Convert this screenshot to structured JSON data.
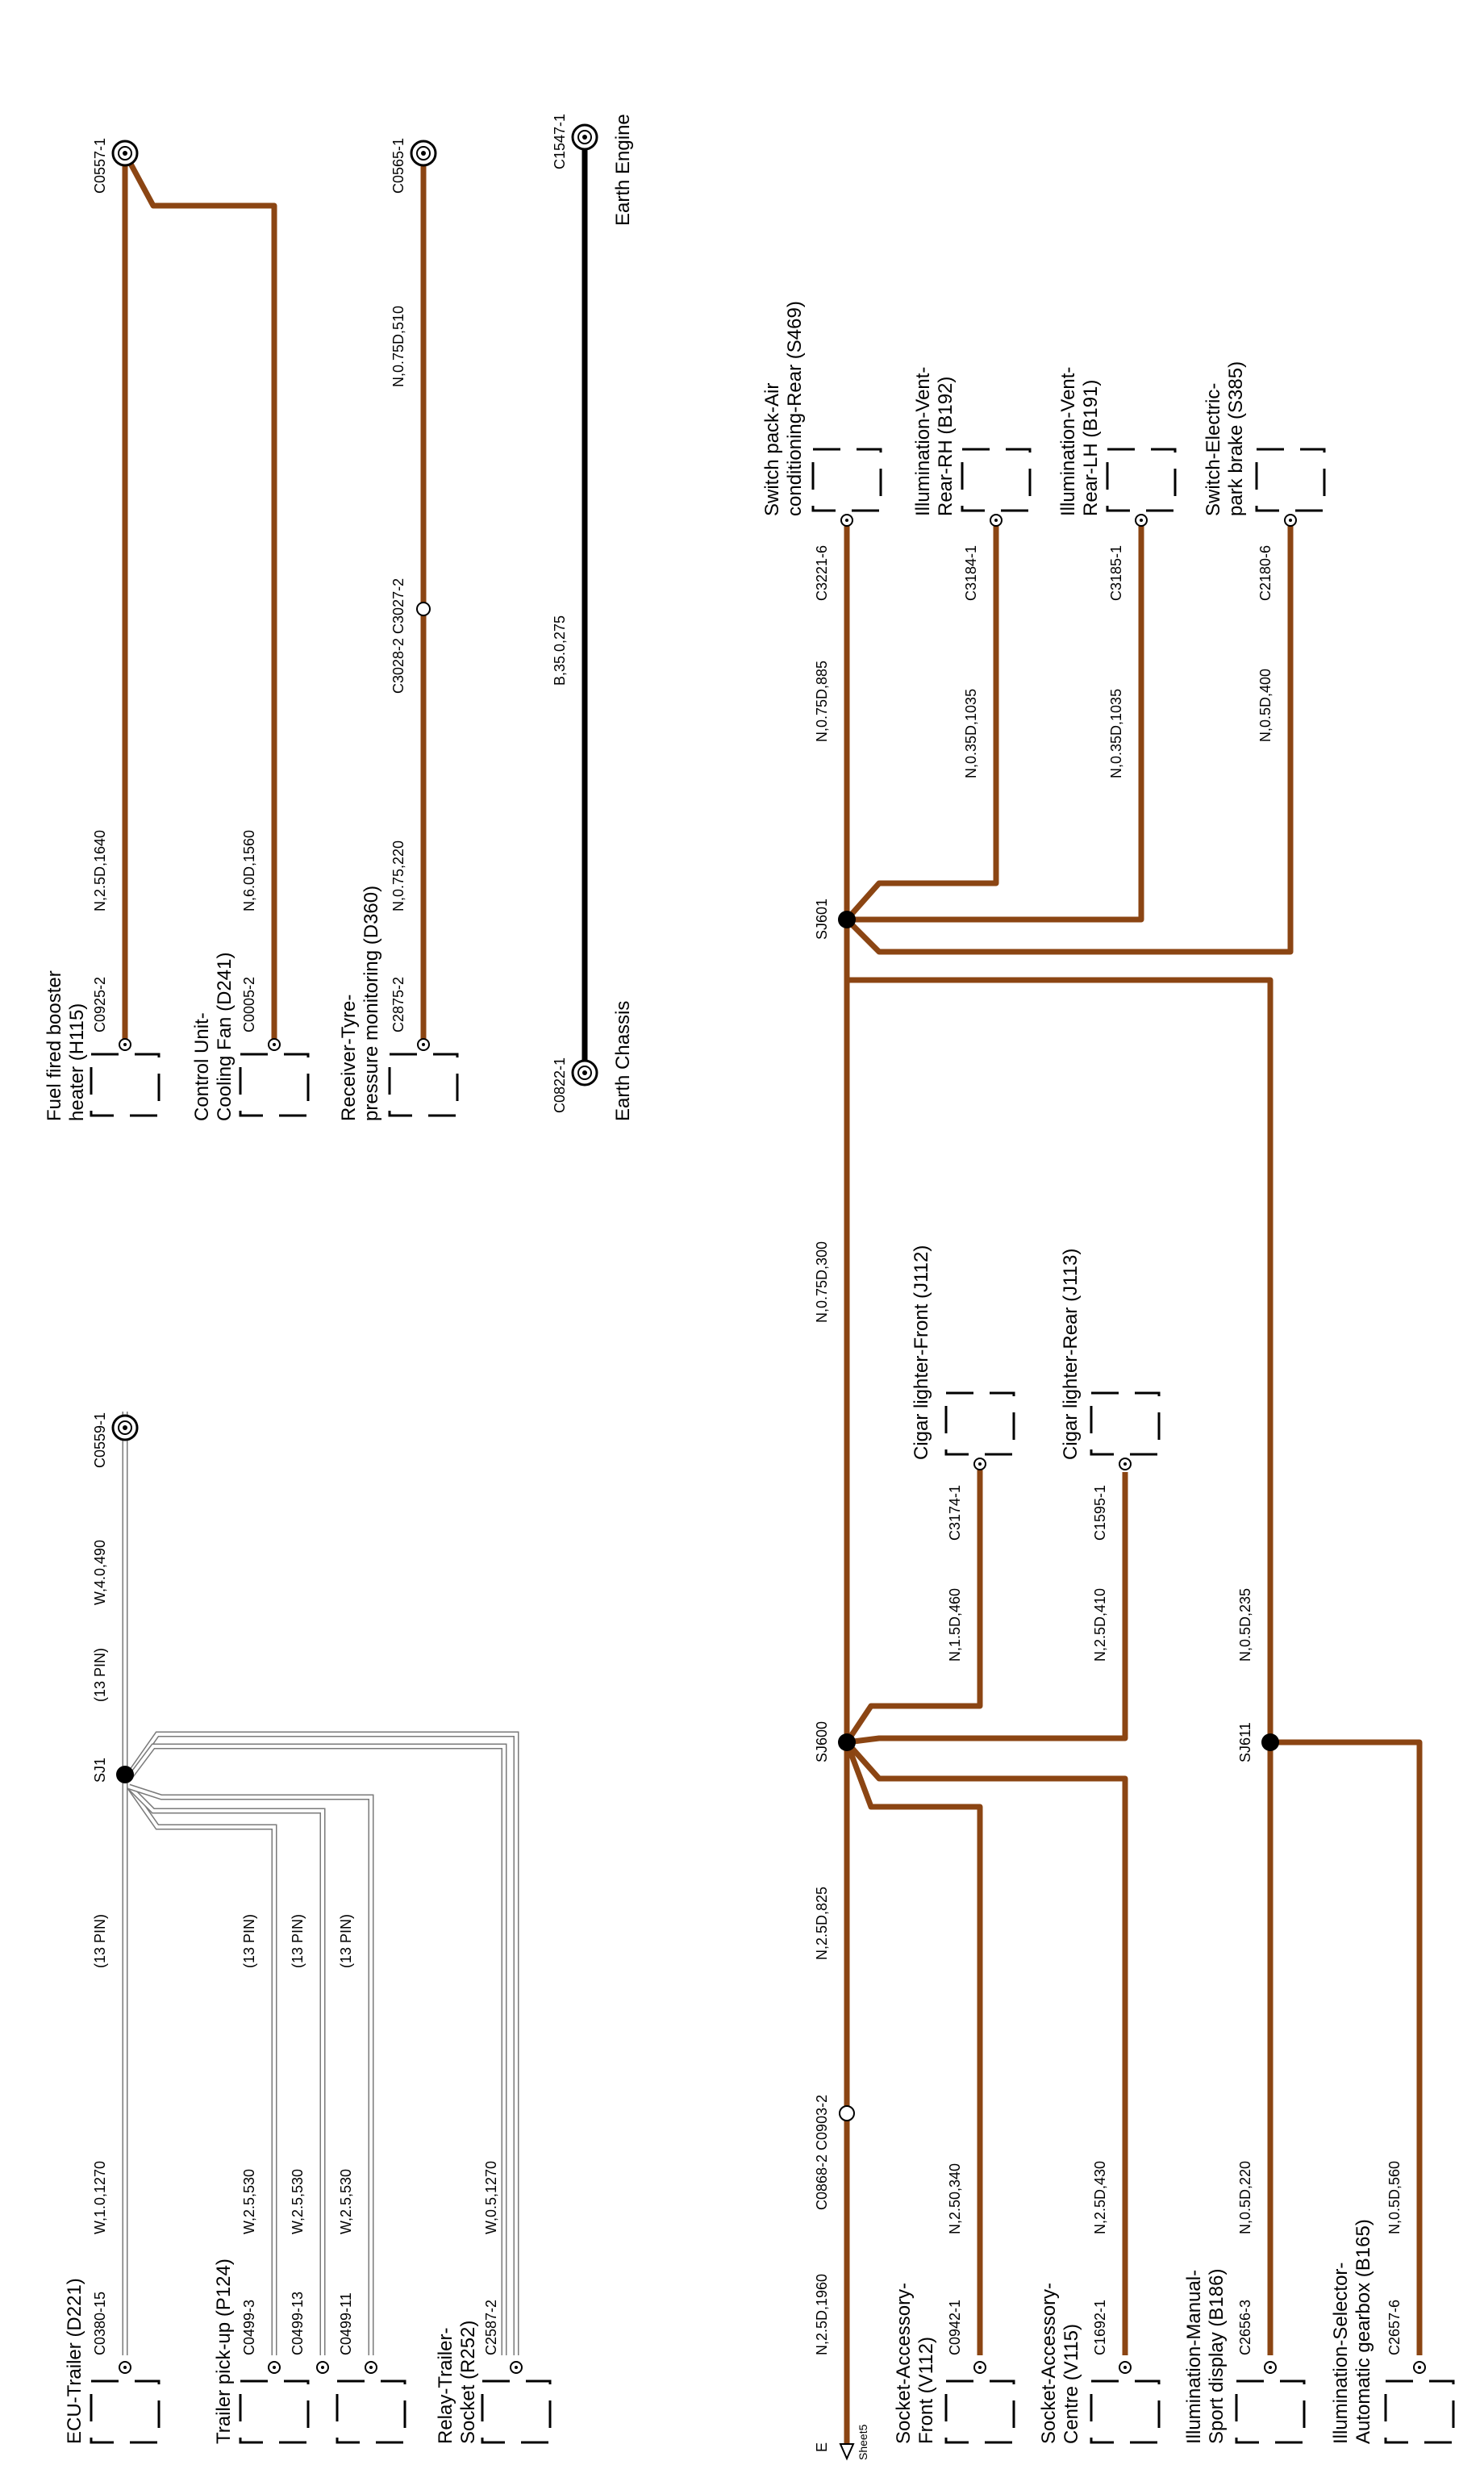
{
  "pin_label": "(13 PIN)",
  "sheet": {
    "letter": "E",
    "label": "Sheet5"
  },
  "splices": {
    "sj1": "SJ1",
    "sj600": "SJ600",
    "sj601": "SJ601",
    "sj611": "SJ611"
  },
  "colors": {
    "brown": "#8B4513",
    "black": "#000000",
    "white": "#ffffff"
  },
  "trailer": {
    "ecu": {
      "title": "ECU-Trailer (D221)",
      "connector": "C0380-15",
      "wire": "W,1.0,1270"
    },
    "pickup": {
      "title": "Trailer pick-up (P124)",
      "connectors": [
        "C0499-3",
        "C0499-13",
        "C0499-11"
      ],
      "wires": [
        "W,2.5,530",
        "W,2.5,530",
        "W,2.5,530"
      ]
    },
    "relay": {
      "title_1": "Relay-Trailer-",
      "title_2": "Socket (R252)",
      "connector": "C2587-2",
      "wire": "W,0.5,1270"
    },
    "earth": {
      "connector": "C0559-1",
      "wire": "W,4.0,490"
    }
  },
  "top_right": {
    "heater": {
      "title_1": "Fuel fired booster",
      "title_2": "heater (H115)",
      "connector": "C0925-2",
      "wire": "N,2.5D,1640"
    },
    "fan": {
      "title_1": "Control Unit-",
      "title_2": "Cooling Fan (D241)",
      "connector": "C0005-2",
      "wire": "N,6.0D,1560"
    },
    "tyre": {
      "title_1": "Receiver-Tyre-",
      "title_2": "pressure monitoring (D360)",
      "connector": "C2875-2",
      "wire": "N,0.75,220",
      "inline": "C3028-2 C3027-2",
      "wire2": "N,0.75D,510"
    },
    "c0557": "C0557-1",
    "c0565": "C0565-1",
    "earth_line": {
      "left": "C0822-1",
      "right": "C1547-1",
      "wire": "B,35.0,275",
      "label_left": "Earth Chassis",
      "label_right": "Earth Engine"
    }
  },
  "bottom_right": {
    "main_left_wire": "N,2.5D,1960",
    "inline": "C0868-2 C0903-2",
    "main_wire_2": "N,2.5D,825",
    "main_wire_3": "N,0.75D,300",
    "sockets": [
      {
        "title_1": "Socket-Accessory-",
        "title_2": "Front (V112)",
        "connector": "C0942-1",
        "wire": "N,2.50,340"
      },
      {
        "title_1": "Socket-Accessory-",
        "title_2": "Centre (V115)",
        "connector": "C1692-1",
        "wire": "N,2.5D,430"
      },
      {
        "title_1": "Illumination-Manual-",
        "title_2": "Sport display (B186)",
        "connector": "C2656-3",
        "wire": "N,0.5D,220"
      },
      {
        "title_1": "Illumination-Selector-",
        "title_2": "Automatic gearbox (B165)",
        "connector": "C2657-6",
        "wire": "N,0.5D,560"
      }
    ],
    "cigar_front": {
      "title": "Cigar lighter-Front (J112)",
      "connector": "C3174-1",
      "wire": "N,1.5D,460"
    },
    "cigar_rear": {
      "title": "Cigar lighter-Rear (J113)",
      "connector": "C1595-1",
      "wire": "N,2.5D,410"
    },
    "sj611_wire": "N,0.5D,235",
    "top_components": [
      {
        "title_1": "Switch pack-Air",
        "title_2": "conditioning-Rear (S469)",
        "connector": "C3221-6",
        "wire": "N,0.75D,885"
      },
      {
        "title_1": "Illumination-Vent-",
        "title_2": "Rear-RH (B192)",
        "connector": "C3184-1",
        "wire": "N,0.35D,1035"
      },
      {
        "title_1": "Illumination-Vent-",
        "title_2": "Rear-LH (B191)",
        "connector": "C3185-1",
        "wire": "N,0.35D,1035"
      },
      {
        "title_1": "Switch-Electric-",
        "title_2": "park brake (S385)",
        "connector": "C2180-6",
        "wire": "N,0.5D,400"
      }
    ]
  }
}
